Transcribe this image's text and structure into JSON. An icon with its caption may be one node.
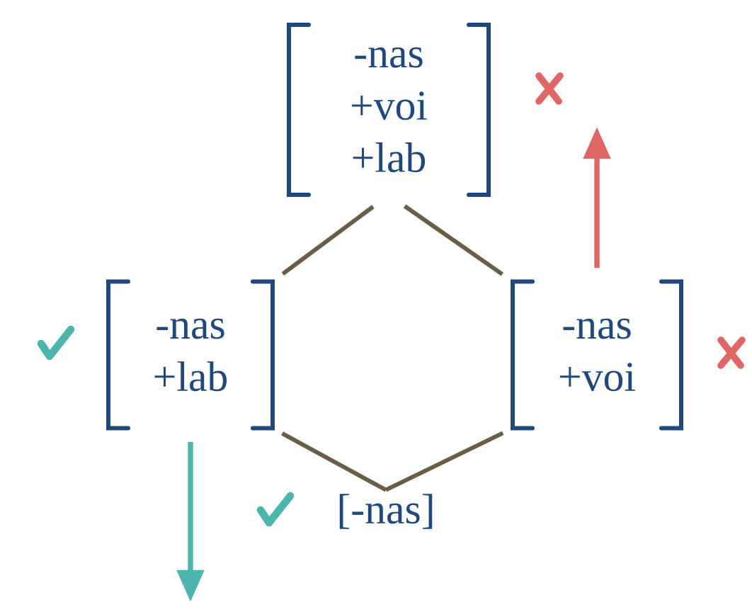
{
  "diagram": {
    "nodes": [
      {
        "text": [
          "-nas",
          "+voi",
          "+lab"
        ]
      },
      {
        "text": [
          "-nas",
          "+lab"
        ]
      },
      {
        "text": [
          "-nas",
          "+voi"
        ]
      },
      {
        "text": [
          "[-nas]"
        ]
      }
    ],
    "edges": [
      {
        "from": 0,
        "to": 1,
        "arrow": "none"
      },
      {
        "from": 0,
        "to": 2,
        "arrow": "none"
      },
      {
        "from": 1,
        "to": 3,
        "arrow": "none"
      },
      {
        "from": 2,
        "to": 3,
        "arrow": "none"
      },
      {
        "from": 2,
        "to": null,
        "arrow": "to",
        "color": "#e06666"
      },
      {
        "from": 1,
        "to": null,
        "arrow": "to",
        "color": "#4db6ac"
      }
    ]
  }
}
